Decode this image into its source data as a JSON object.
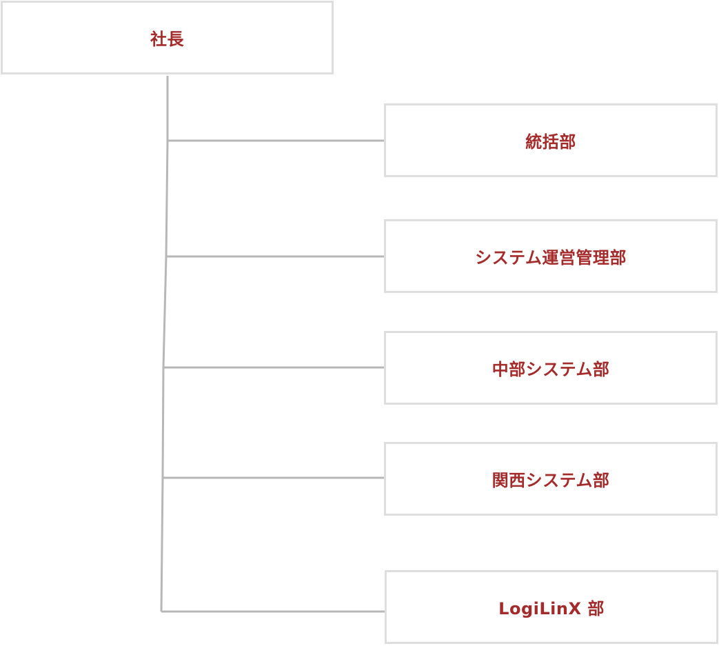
{
  "chart": {
    "root": {
      "label": "社長"
    },
    "departments": [
      {
        "label": "統括部"
      },
      {
        "label": "システム運営管理部"
      },
      {
        "label": "中部システム部"
      },
      {
        "label": "関西システム部"
      },
      {
        "label": "LogiLinX 部"
      }
    ]
  },
  "colors": {
    "label": "#a52a2a",
    "border": "#dedede",
    "connector": "#b7b7b7"
  }
}
